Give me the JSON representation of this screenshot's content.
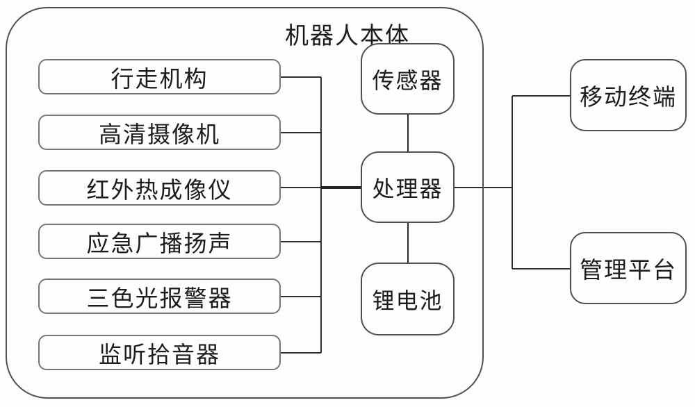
{
  "figure": {
    "group_label": "机器人本体",
    "left_nodes": [
      {
        "label": "行走机构"
      },
      {
        "label": "高清摄像机"
      },
      {
        "label": "红外热成像仪"
      },
      {
        "label": "应急广播扬声"
      },
      {
        "label": "三色光报警器"
      },
      {
        "label": "监听拾音器"
      }
    ],
    "middle_nodes": [
      {
        "label": "传感器"
      },
      {
        "label": "处理器"
      },
      {
        "label": "锂电池"
      }
    ],
    "external_nodes": [
      {
        "label": "移动终端"
      },
      {
        "label": "管理平台"
      }
    ],
    "edges": [
      {
        "from": "行走机构",
        "to": "处理器"
      },
      {
        "from": "高清摄像机",
        "to": "处理器"
      },
      {
        "from": "红外热成像仪",
        "to": "处理器"
      },
      {
        "from": "应急广播扬声",
        "to": "处理器"
      },
      {
        "from": "三色光报警器",
        "to": "处理器"
      },
      {
        "from": "监听拾音器",
        "to": "处理器"
      },
      {
        "from": "传感器",
        "to": "处理器"
      },
      {
        "from": "处理器",
        "to": "锂电池"
      },
      {
        "from": "处理器",
        "to": "移动终端"
      },
      {
        "from": "处理器",
        "to": "管理平台"
      }
    ],
    "colors": {
      "line": "#2e2e2e",
      "node_border": "#757575",
      "group_border": "#4f4f4f",
      "text": "#1c1c1c",
      "background": "#fdfdfd"
    }
  }
}
